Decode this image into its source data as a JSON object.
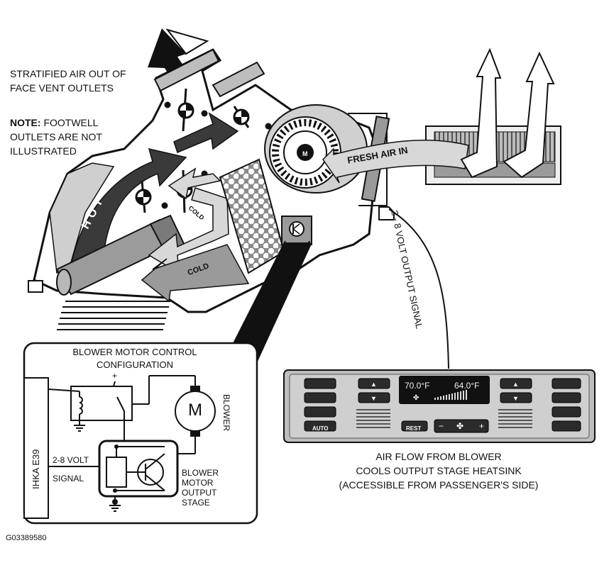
{
  "labels": {
    "stratified_line1": "STRATIFIED AIR OUT OF",
    "stratified_line2": "FACE VENT OUTLETS",
    "note_bold": "NOTE:",
    "note_line1_rest": " FOOTWELL",
    "note_line2": "OUTLETS ARE NOT",
    "note_line3": "ILLUSTRATED",
    "fresh_air": "FRESH AIR IN",
    "hot": "HOT",
    "cold_upper": "COLD",
    "cold_lower": "COLD",
    "motor": "M",
    "volt_signal": "2 - 8 VOLT OUTPUT SIGNAL",
    "airflow_line1": "AIR FLOW FROM BLOWER",
    "airflow_line2": "COOLS OUTPUT STAGE HEATSINK",
    "airflow_line3": "(ACCESSIBLE FROM PASSENGER'S SIDE)",
    "figure_id": "G03389580"
  },
  "schematic": {
    "title_line1": "BLOWER MOTOR CONTROL",
    "title_line2": "CONFIGURATION",
    "module": "IHKA E39",
    "signal_line1": "2-8 VOLT",
    "signal_line2": "SIGNAL",
    "plus": "+",
    "motor": "M",
    "blower": "BLOWER",
    "stage_line1": "BLOWER",
    "stage_line2": "MOTOR",
    "stage_line3": "OUTPUT",
    "stage_line4": "STAGE"
  },
  "control_panel": {
    "display_left_temp": "70.0°F",
    "display_right_temp": "64.0°F",
    "auto_label": "AUTO",
    "rest_label": "REST",
    "minus": "−",
    "plus": "+",
    "up_arrow": "▲",
    "down_arrow": "▼"
  },
  "icons": [
    "fan-icon",
    "motor-icon",
    "ground-icon",
    "relay-coil-icon",
    "transistor-icon",
    "air-arrow-icon"
  ]
}
